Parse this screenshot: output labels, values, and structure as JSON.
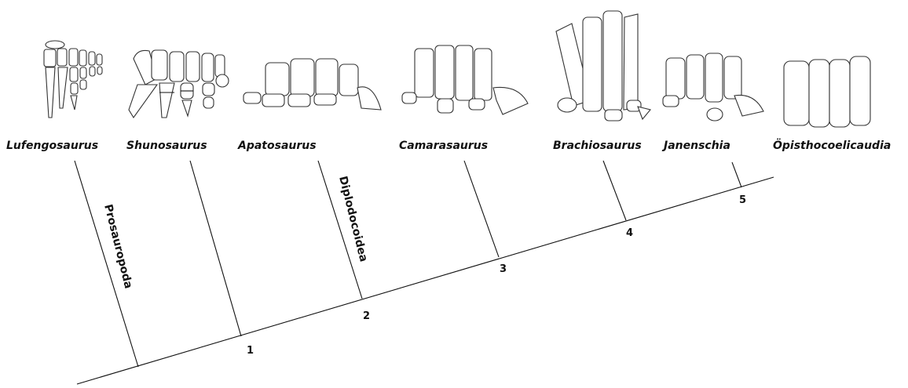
{
  "taxa": [
    {
      "name": "Lufengosaurus",
      "illustration": "hand-bones-icon"
    },
    {
      "name": "Shunosaurus",
      "illustration": "hand-bones-icon"
    },
    {
      "name": "Apatosaurus",
      "illustration": "hand-bones-icon"
    },
    {
      "name": "Camarasaurus",
      "illustration": "hand-bones-icon"
    },
    {
      "name": "Brachiosaurus",
      "illustration": "hand-bones-icon"
    },
    {
      "name": "Janenschia",
      "illustration": "hand-bones-icon"
    },
    {
      "name": "Öpisthocoelicaudia",
      "illustration": "hand-bones-icon"
    }
  ],
  "clade_labels": {
    "prosauropoda": "Prosauropoda",
    "diplodocoidea": "Diplodocoidea"
  },
  "nodes": [
    "1",
    "2",
    "3",
    "4",
    "5"
  ],
  "colors": {
    "line": "#111111",
    "bone_stroke": "#333333",
    "background": "#ffffff"
  }
}
